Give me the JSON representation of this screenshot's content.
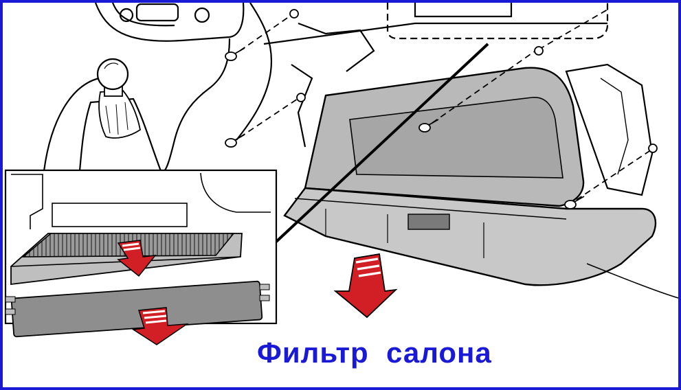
{
  "caption": {
    "text": "Фильтр  салона"
  },
  "colors": {
    "border": "#1a1ad6",
    "caption": "#1a1ad6",
    "arrow_red": "#d21f26",
    "filter_gray": "#8e8e8e",
    "glovebox_gray": "#b9b9b9"
  },
  "parts": [
    "screw-icon",
    "glovebox",
    "cabin-filter",
    "filter-cover",
    "gear-shift-knob"
  ]
}
